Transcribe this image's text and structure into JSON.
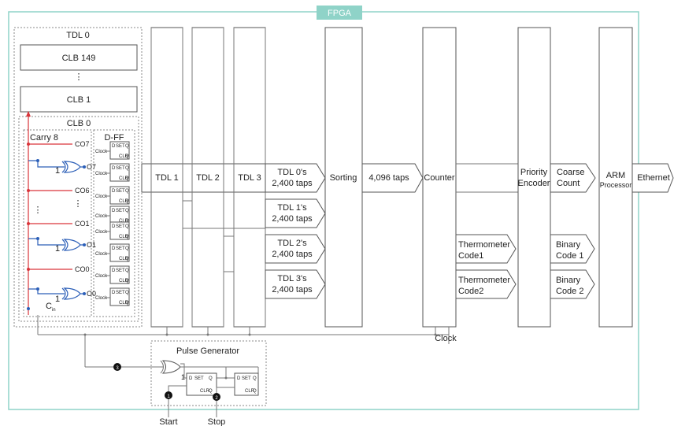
{
  "fpga": {
    "title": "FPGA",
    "accent": "#8fd3c8"
  },
  "tdl0": {
    "title": "TDL 0",
    "clb_top": "CLB 149",
    "clb_mid": "CLB 1",
    "vdots": "⋮",
    "clb0": {
      "title": "CLB 0",
      "carry": "Carry 8",
      "dff": "D-FF",
      "co7": "CO7",
      "o7": "O7",
      "co6": "CO6",
      "co1": "CO1",
      "o1": "O1",
      "co0": "CO0",
      "o0": "O0",
      "one": "1",
      "cin": "C",
      "cin_sub": "in",
      "clock_tag": "Clock",
      "ff_d": "D",
      "ff_set": "SET",
      "ff_q": "Q",
      "ff_clr": "CLR",
      "ff_qbar": "Q"
    }
  },
  "tdl_blocks": [
    "TDL 1",
    "TDL 2",
    "TDL 3"
  ],
  "taps_arrows": [
    {
      "line1": "TDL 0's",
      "line2": "2,400 taps"
    },
    {
      "line1": "TDL 1's",
      "line2": "2,400 taps"
    },
    {
      "line1": "TDL 2's",
      "line2": "2,400 taps"
    },
    {
      "line1": "TDL 3's",
      "line2": "2,400 taps"
    }
  ],
  "sorting": "Sorting",
  "taps_4096": "4,096 taps",
  "counter": "Counter",
  "thermo": [
    {
      "line1": "Thermometer",
      "line2": "Code1"
    },
    {
      "line1": "Thermometer",
      "line2": "Code2"
    }
  ],
  "priority": {
    "line1": "Priority",
    "line2": "Encoder"
  },
  "coarse": {
    "line1": "Coarse",
    "line2": "Count"
  },
  "binary": [
    {
      "line1": "Binary",
      "line2": "Code 1"
    },
    {
      "line1": "Binary",
      "line2": "Code 2"
    }
  ],
  "arm": {
    "line1": "ARM",
    "line2": "Processor"
  },
  "ethernet": "Ethernet",
  "clock": "Clock",
  "pulse": {
    "title": "Pulse Generator",
    "one": "1",
    "start": "Start",
    "stop": "Stop",
    "markers": [
      "1",
      "2",
      "3"
    ]
  }
}
